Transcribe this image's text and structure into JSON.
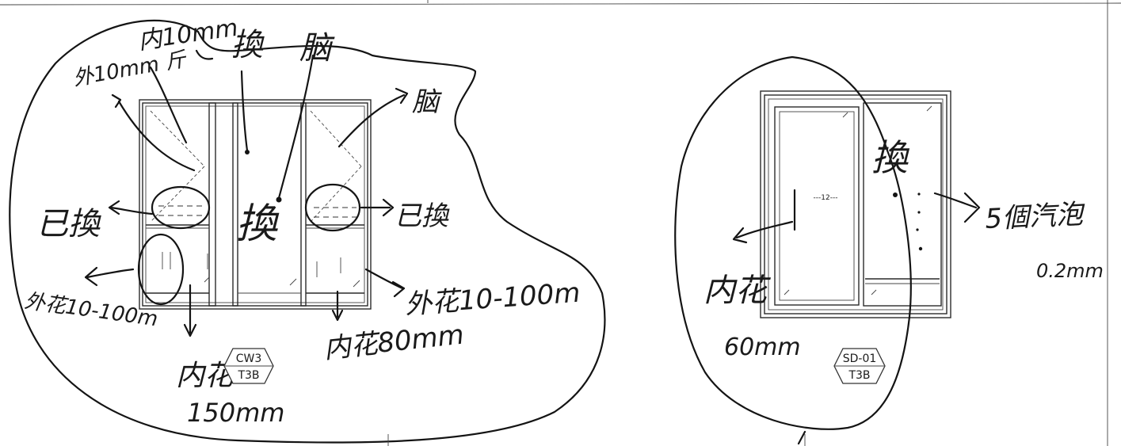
{
  "left_window": {
    "notes": {
      "inner_top": "内10mm",
      "outer_top": "外10mm 斤",
      "top_mid": "換",
      "top_right": "脑",
      "right_upper": "脑",
      "left_changed": "已換",
      "center_change": "換",
      "right_changed": "已換",
      "outer_crack_left": "外花10-100m",
      "outer_crack_right": "外花10-100m",
      "inner_crack_bottom": "内花",
      "inner_crack_bottom_size": "150mm",
      "inner_crack_right": "内花80mm"
    },
    "tag": {
      "top": "CW3",
      "bottom": "T3B"
    }
  },
  "right_window": {
    "notes": {
      "change": "換",
      "bubbles": "5個汽泡",
      "bubbles_size": "0.2mm",
      "inner_crack": "内花",
      "inner_crack_size": "60mm",
      "dimension_mark": "---12---"
    },
    "tag": {
      "top": "SD-01",
      "bottom": "T3B"
    }
  }
}
